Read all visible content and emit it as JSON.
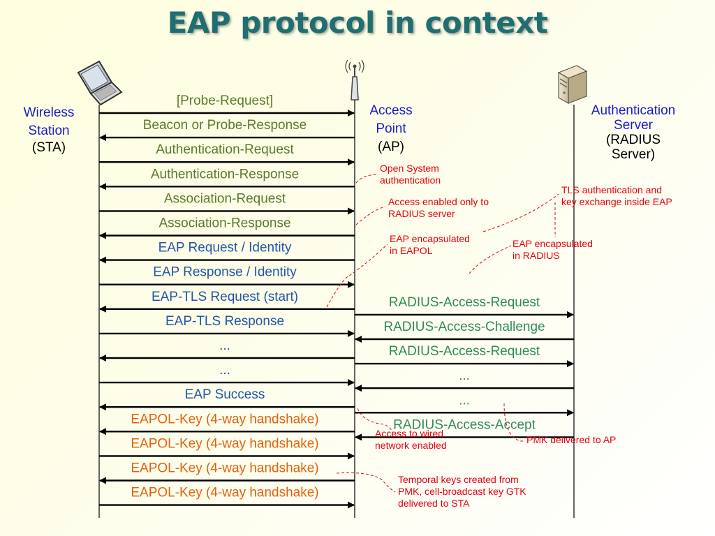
{
  "title": "EAP protocol in context",
  "entities": {
    "sta": {
      "name_line1": "Wireless",
      "name_line2": "Station",
      "abbr": "(STA)"
    },
    "ap": {
      "name_line1": "Access",
      "name_line2": "Point",
      "abbr": "(AP)"
    },
    "server": {
      "name_line1": "Authentication",
      "name_line2": "Server",
      "abbr_line1": "(RADIUS",
      "abbr_line2": "Server)"
    }
  },
  "colors": {
    "green_msg": "#5b7a2a",
    "blue_msg": "#2255a8",
    "orange_msg": "#e0620c",
    "radius_msg": "#2e8b57",
    "note_red": "#e8000e",
    "entity_blue": "#1a1acc"
  },
  "sta_ap_messages": [
    {
      "label": "[Probe-Request]",
      "dir": "right",
      "color": "green"
    },
    {
      "label": "Beacon or Probe-Response",
      "dir": "left",
      "color": "green"
    },
    {
      "label": "Authentication-Request",
      "dir": "right",
      "color": "green"
    },
    {
      "label": "Authentication-Response",
      "dir": "left",
      "color": "green"
    },
    {
      "label": "Association-Request",
      "dir": "right",
      "color": "green"
    },
    {
      "label": "Association-Response",
      "dir": "left",
      "color": "green"
    },
    {
      "label": "EAP Request / Identity",
      "dir": "left",
      "color": "blue"
    },
    {
      "label": "EAP Response / Identity",
      "dir": "right",
      "color": "blue"
    },
    {
      "label": "EAP-TLS Request (start)",
      "dir": "left",
      "color": "blue"
    },
    {
      "label": "EAP-TLS Response",
      "dir": "right",
      "color": "blue"
    },
    {
      "label": "...",
      "dir": "left",
      "color": "blue"
    },
    {
      "label": "...",
      "dir": "right",
      "color": "blue"
    },
    {
      "label": "EAP Success",
      "dir": "left",
      "color": "blue"
    },
    {
      "label": "EAPOL-Key (4-way handshake)",
      "dir": "left",
      "color": "orange"
    },
    {
      "label": "EAPOL-Key (4-way handshake)",
      "dir": "right",
      "color": "orange"
    },
    {
      "label": "EAPOL-Key (4-way handshake)",
      "dir": "left",
      "color": "orange"
    },
    {
      "label": "EAPOL-Key (4-way handshake)",
      "dir": "right",
      "color": "orange"
    }
  ],
  "ap_server_messages": [
    {
      "label": "RADIUS-Access-Request",
      "dir": "right"
    },
    {
      "label": "RADIUS-Access-Challenge",
      "dir": "left"
    },
    {
      "label": "RADIUS-Access-Request",
      "dir": "right"
    },
    {
      "label": "...",
      "dir": "left"
    },
    {
      "label": "...",
      "dir": "right"
    },
    {
      "label": "RADIUS-Access-Accept",
      "dir": "left"
    }
  ],
  "notes": [
    {
      "lines": [
        "Open System",
        "authentication"
      ]
    },
    {
      "lines": [
        "Access enabled only to",
        "RADIUS server"
      ]
    },
    {
      "lines": [
        "TLS authentication and",
        "key exchange inside EAP"
      ]
    },
    {
      "lines": [
        "EAP encapsulated",
        "in EAPOL"
      ]
    },
    {
      "lines": [
        "EAP encapsulated",
        "in RADIUS"
      ]
    },
    {
      "lines": [
        "Access to wired",
        "network enabled"
      ]
    },
    {
      "lines": [
        "PMK delivered to AP"
      ]
    },
    {
      "lines": [
        "Temporal keys created from",
        "PMK, cell-broadcast key GTK",
        "delivered to STA"
      ]
    }
  ],
  "icons": {
    "sta": "laptop-icon",
    "ap": "antenna-icon",
    "server": "server-icon"
  }
}
